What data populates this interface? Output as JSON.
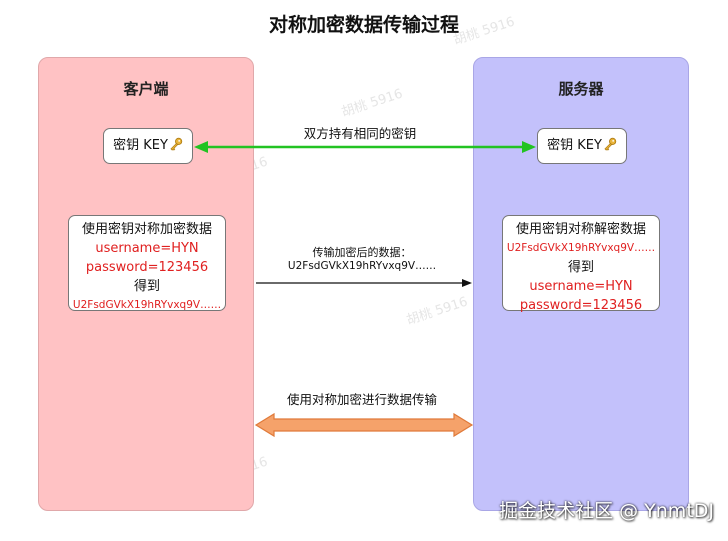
{
  "title": "对称加密数据传输过程",
  "client": {
    "title": "客户端",
    "key_label": "密钥 KEY",
    "lines": [
      "使用密钥对称加密数据",
      "username=HYN",
      "password=123456",
      "得到",
      "U2FsdGVkX19hRYvxq9V……"
    ]
  },
  "server": {
    "title": "服务器",
    "key_label": "密钥 KEY",
    "lines": [
      "使用密钥对称解密数据",
      "U2FsdGVkX19hRYvxq9V……",
      "得到",
      "username=HYN",
      "password=123456"
    ]
  },
  "arrows": {
    "shared_key_label": "双方持有相同的密钥",
    "transfer_label": "传输加密后的数据：",
    "transfer_cipher": "U2FsdGVkX19hRYvxq9V……",
    "bottom_label": "使用对称加密进行数据传输"
  },
  "watermark_text": "胡桃 5916",
  "footer": "掘金技术社区 @ YnmtDJ",
  "colors": {
    "client_panel": "#ffc2c4",
    "server_panel": "#c3c1fb",
    "green_arrow": "#22c322",
    "orange_arrow": "#f5a26a",
    "red_text": "#e02020"
  },
  "icons": [
    "key-icon"
  ]
}
